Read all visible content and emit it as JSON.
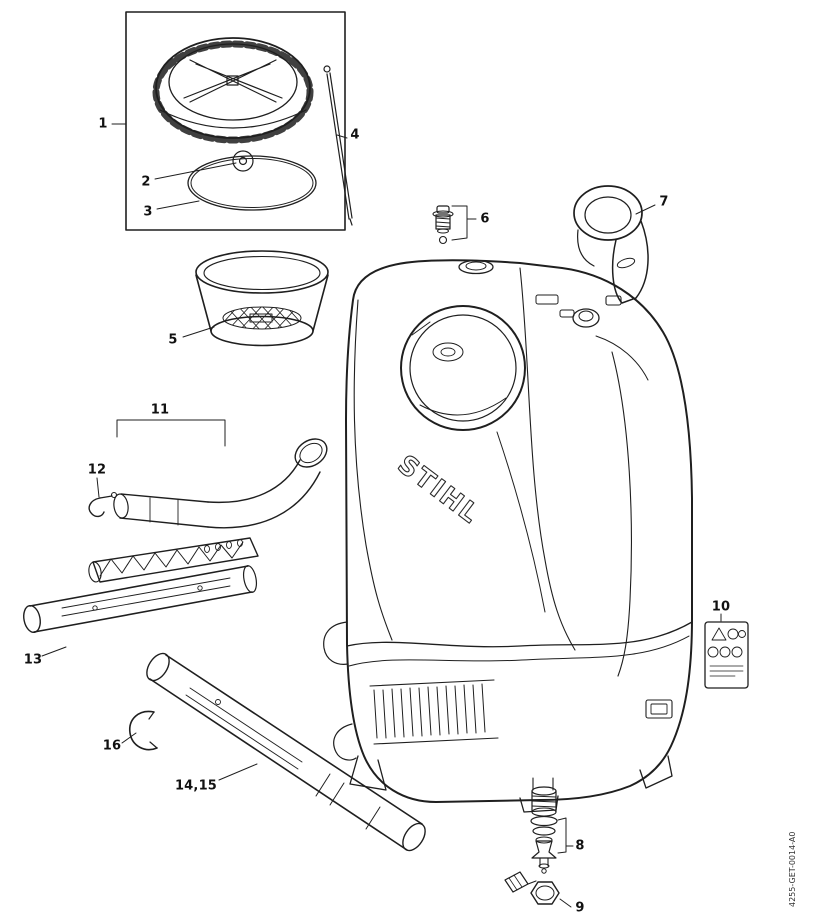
{
  "meta": {
    "background_color": "#ffffff",
    "line_color": "#1f1f1f"
  },
  "diagram": {
    "brand_logo": "STIHL",
    "doc_code": "4255-GET-0014-A0",
    "callouts": [
      {
        "label": "1"
      },
      {
        "label": "2"
      },
      {
        "label": "3"
      },
      {
        "label": "4"
      },
      {
        "label": "5"
      },
      {
        "label": "6"
      },
      {
        "label": "7"
      },
      {
        "label": "8"
      },
      {
        "label": "9"
      },
      {
        "label": "10"
      },
      {
        "label": "11"
      },
      {
        "label": "12"
      },
      {
        "label": "13"
      },
      {
        "label": "14,15"
      },
      {
        "label": "16"
      }
    ]
  }
}
